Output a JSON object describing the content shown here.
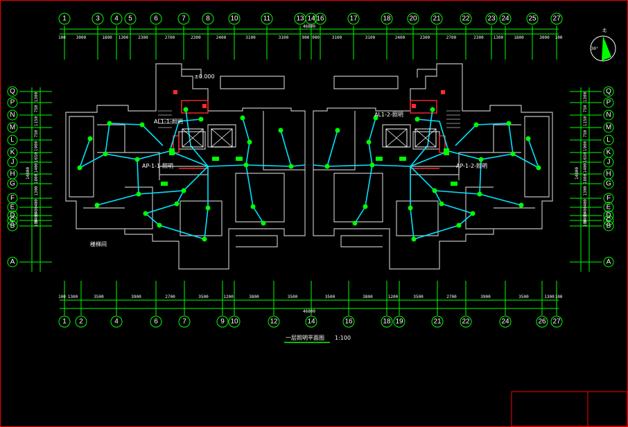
{
  "drawing": {
    "title": "一层照明平面图",
    "scale": "1:100",
    "total_dim_top": "46800",
    "total_dim_bottom": "46800",
    "north_label": "北",
    "north_angle": "30°"
  },
  "top_axes": [
    "1",
    "3",
    "4",
    "5",
    "6",
    "7",
    "8",
    "10",
    "11",
    "13",
    "14",
    "16",
    "17",
    "18",
    "20",
    "21",
    "22",
    "23",
    "24",
    "25",
    "27"
  ],
  "top_spans": [
    "100",
    "3000",
    "1800",
    "1300",
    "2300",
    "2700",
    "2300",
    "2400",
    "3100",
    "3100",
    "900",
    "900",
    "3100",
    "3100",
    "2400",
    "2300",
    "2700",
    "2300",
    "1300",
    "1800",
    "3000",
    "100"
  ],
  "bottom_axes": [
    "1",
    "2",
    "4",
    "6",
    "7",
    "9",
    "10",
    "12",
    "14",
    "16",
    "18",
    "19",
    "21",
    "22",
    "24",
    "26",
    "27"
  ],
  "bottom_spans": [
    "100",
    "1300",
    "3500",
    "3900",
    "2700",
    "3500",
    "1200",
    "3800",
    "3500",
    "3500",
    "3800",
    "1200",
    "3500",
    "2700",
    "3900",
    "3500",
    "1300",
    "100"
  ],
  "side_axes": [
    "Q",
    "P",
    "N",
    "M",
    "L",
    "K",
    "J",
    "H",
    "G",
    "F",
    "E",
    "D",
    "C",
    "B",
    "A"
  ],
  "side_spans": [
    "1300",
    "750",
    "1150",
    "750",
    "1900",
    "1650",
    "1400",
    "1800",
    "1300",
    "400",
    "1400",
    "3400",
    "100"
  ],
  "side_total": "14800",
  "labels": {
    "panel_1": "AL1-1-照明",
    "panel_2": "AL1-2-照明",
    "panel_3": "AP-1-1-照明",
    "panel_4": "AP-1-2-照明",
    "stair_note": "楼梯间",
    "level": "±0.000"
  },
  "colors": {
    "background": "#000000",
    "axis": "#00ff00",
    "wall": "#bfbfbf",
    "wiring": "#00e5ff",
    "equipment": "#ff2a2a",
    "border": "#ff0000"
  }
}
